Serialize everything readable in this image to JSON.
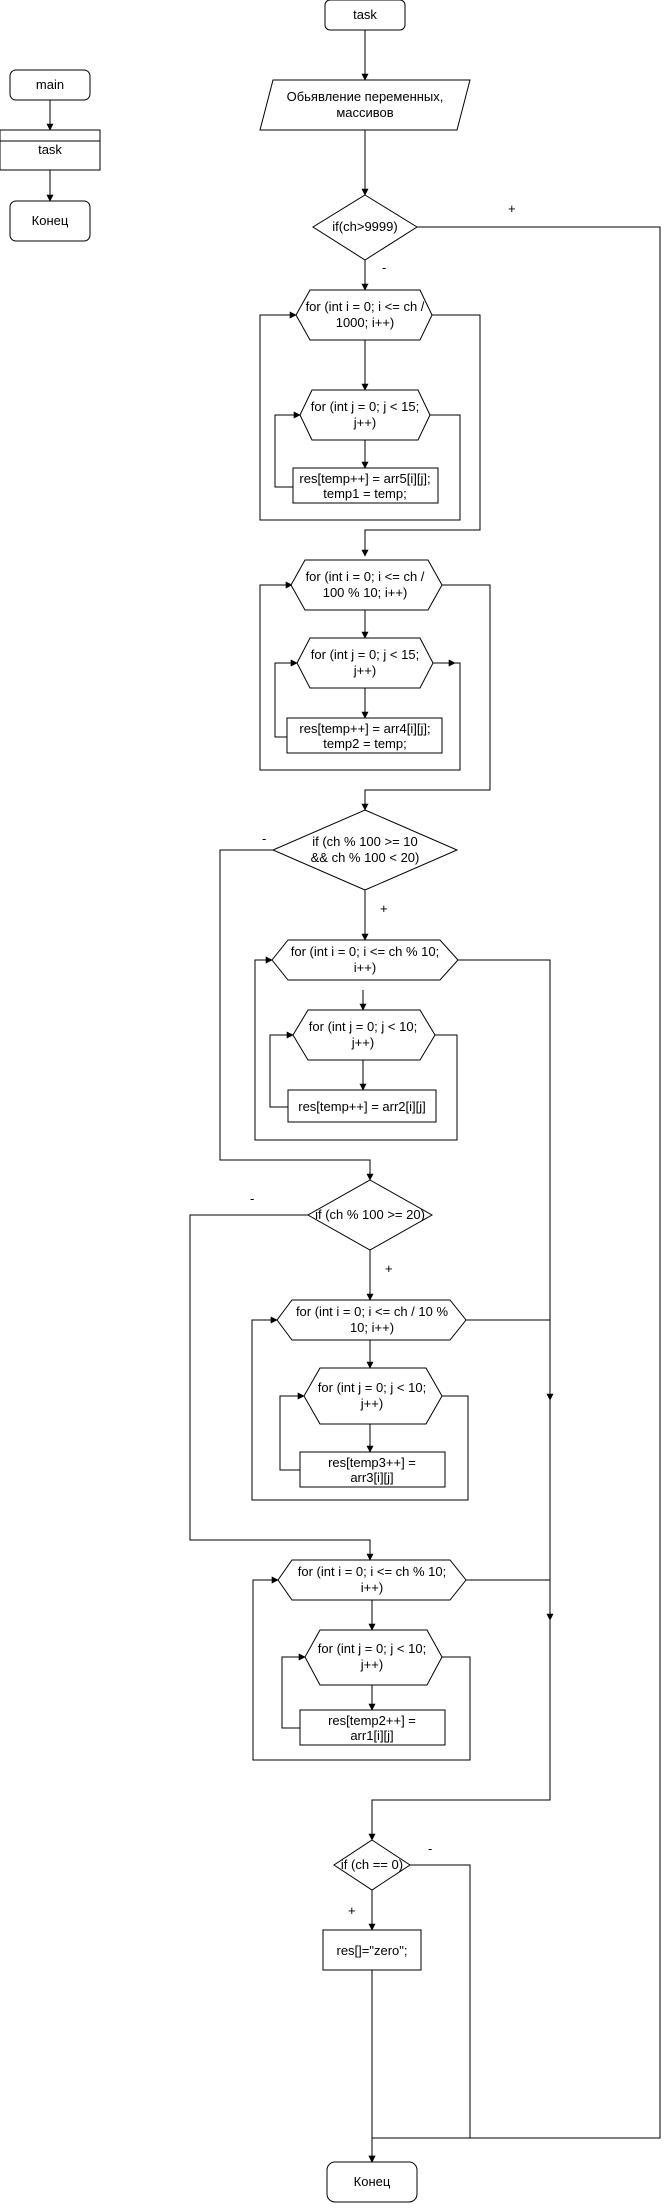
{
  "nodes": {
    "left_main": "main",
    "left_task": "task",
    "left_end": "Конец",
    "task_start": "task",
    "declare": [
      "Обьявление переменных,",
      "массивов"
    ],
    "if_9999": "if(ch>9999)",
    "for_outer_1": [
      "for (int i = 0; i <= ch /",
      "1000; i++)"
    ],
    "for_inner_1": [
      "for (int j = 0; j < 15;",
      "j++)"
    ],
    "body_1": [
      "res[temp++] = arr5[i][j];",
      "temp1 = temp;"
    ],
    "for_outer_2": [
      "for (int i = 0; i <= ch /",
      "100 % 10; i++)"
    ],
    "for_inner_2": [
      "for (int j = 0; j < 15;",
      "j++)"
    ],
    "body_2": [
      "res[temp++] = arr4[i][j];",
      "temp2 = temp;"
    ],
    "if_10_20": [
      "if (ch % 100 >= 10",
      "&& ch % 100 < 20)"
    ],
    "for_outer_3": [
      "for (int i = 0; i <= ch % 10;",
      "i++)"
    ],
    "for_inner_3": [
      "for (int j = 0; j < 10;",
      "j++)"
    ],
    "body_3": [
      "res[temp++] = arr2[i][j]"
    ],
    "if_20": "if (ch % 100 >= 20)",
    "for_outer_4": [
      "for (int i = 0; i <= ch / 10 %",
      "10; i++)"
    ],
    "for_inner_4": [
      "for (int j = 0; j < 10;",
      "j++)"
    ],
    "body_4": [
      "res[temp3++] =",
      "arr3[i][j]"
    ],
    "for_outer_5": [
      "for (int i = 0; i <= ch % 10;",
      "i++)"
    ],
    "for_inner_5": [
      "for (int j = 0; j < 10;",
      "j++)"
    ],
    "body_5": [
      "res[temp2++] =",
      "arr1[i][j]"
    ],
    "if_zero": "if (ch == 0)",
    "zero_assign": "res[]=\"zero\";",
    "end": "Конец"
  },
  "edge_labels": {
    "if_9999_yes": "+",
    "if_9999_no": "-",
    "if_10_20_no": "-",
    "if_10_20_yes": "+",
    "if_20_no": "-",
    "if_20_yes": "+",
    "if_zero_no": "-",
    "if_zero_yes": "+"
  }
}
